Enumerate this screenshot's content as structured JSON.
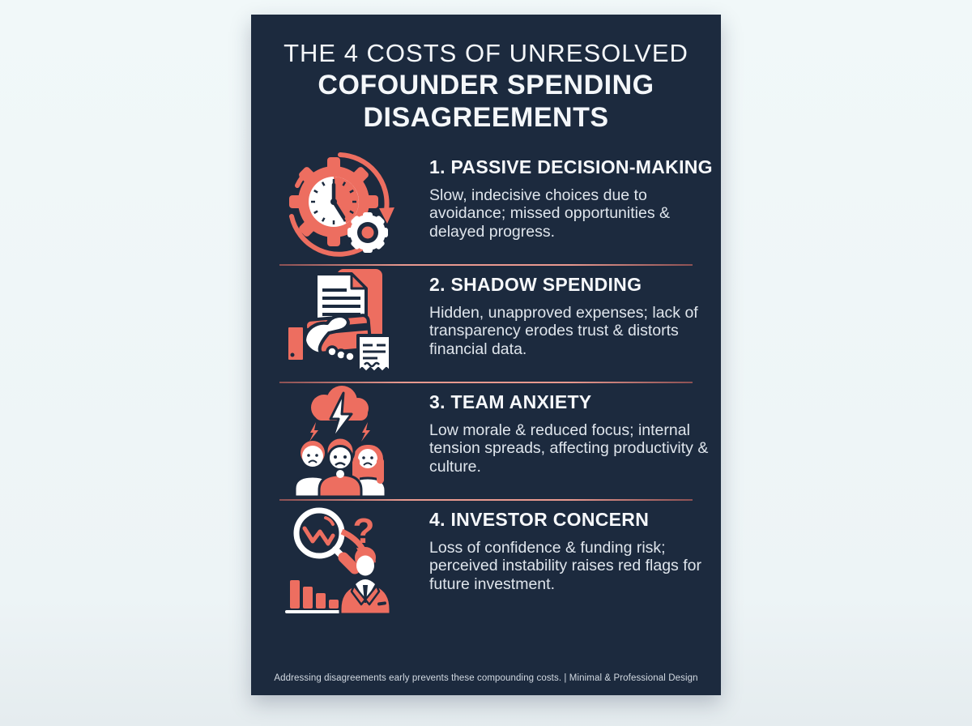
{
  "poster": {
    "title_line1": "THE 4 COSTS OF UNRESOLVED",
    "title_line2": "COFOUNDER SPENDING",
    "title_line3": "DISAGREEMENTS",
    "footer": "Addressing disagreements early prevents these compounding costs. | Minimal & Professional Design"
  },
  "sections": [
    {
      "title": "1. PASSIVE DECISION-MAKING",
      "description": "Slow, indecisive choices due to avoidance; missed opportunities & delayed progress.",
      "icon": "gear-clock-cycle-icon"
    },
    {
      "title": "2. SHADOW SPENDING",
      "description": "Hidden, unapproved expenses; lack of transparency erodes trust & distorts financial data.",
      "icon": "hand-card-receipt-icon"
    },
    {
      "title": "3. TEAM ANXIETY",
      "description": "Low morale & reduced focus; internal tension spreads, affecting productivity & culture.",
      "icon": "storm-cloud-team-icon"
    },
    {
      "title": "4. INVESTOR CONCERN",
      "description": "Loss of confidence & funding risk; perceived instability raises red flags for future investment.",
      "icon": "declining-chart-investor-icon"
    }
  ],
  "colors": {
    "accent_coral": "#ed6e60",
    "card_navy": "#1c2a3e",
    "page_bg": "#eff6f8",
    "heading_text": "#f6f8fb",
    "body_text": "#dfe5ec",
    "divider_pink": "#e8998f"
  }
}
